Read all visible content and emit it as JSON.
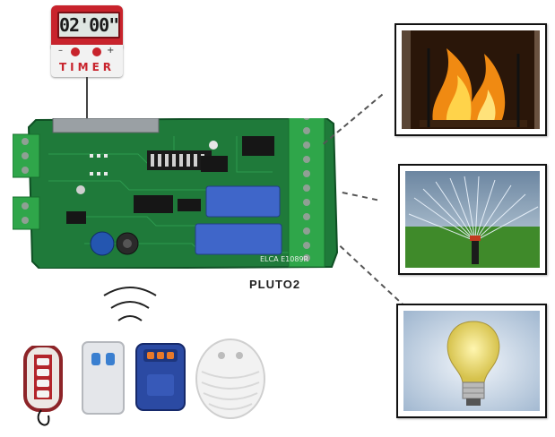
{
  "timer": {
    "display": "02'00\"",
    "minus_sign": "–",
    "plus_sign": "+",
    "label": "TIMER"
  },
  "product": {
    "name": "PLUTO2",
    "board_marking": "ELCA E1089R"
  },
  "outputs": [
    {
      "icon": "fireplace-icon"
    },
    {
      "icon": "sprinkler-icon"
    },
    {
      "icon": "light-bulb-icon"
    }
  ],
  "remotes": [
    {
      "icon": "red-keyfob-remote-icon"
    },
    {
      "icon": "white-blue-remote-icon"
    },
    {
      "icon": "blue-orange-remote-icon"
    },
    {
      "icon": "white-oval-receiver-icon"
    }
  ],
  "colors": {
    "pcb": "#1f7a3a",
    "terminal": "#2fa64a",
    "timer_red": "#c8232c"
  }
}
